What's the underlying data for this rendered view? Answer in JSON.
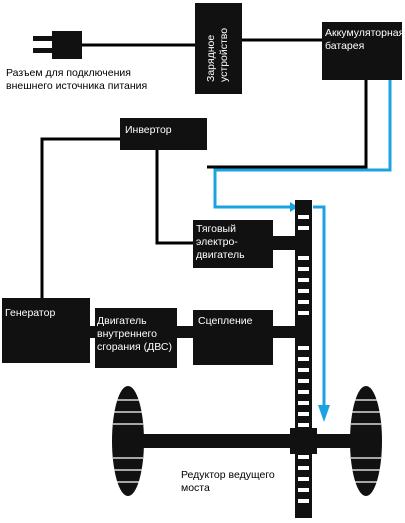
{
  "labels": {
    "plug_caption_line1": "Разъем для подключения",
    "plug_caption_line2": "внешнего источника питания",
    "charger_line1": "Зарядное",
    "charger_line2": "устройство",
    "battery_line1": "Аккумуляторная",
    "battery_line2": "батарея",
    "inverter": "Инвертор",
    "motor_line1": "Тяговый",
    "motor_line2": "электро-",
    "motor_line3": "двигатель",
    "generator": "Генератор",
    "engine_line1": "Двигатель",
    "engine_line2": "внутреннего",
    "engine_line3": "сгорания (ДВС)",
    "clutch": "Сцепление",
    "axle_line1": "Редуктор ведущего",
    "axle_line2": "моста"
  },
  "colors": {
    "component_fill": "#111111",
    "wire": "#000000",
    "energy_flow_arrow": "#1aa3e0",
    "background": "#ffffff",
    "label_on_dark": "#ffffff"
  },
  "icons": {
    "plug": "power-plug-icon",
    "wheel_left": "tire-icon",
    "wheel_right": "tire-icon"
  }
}
